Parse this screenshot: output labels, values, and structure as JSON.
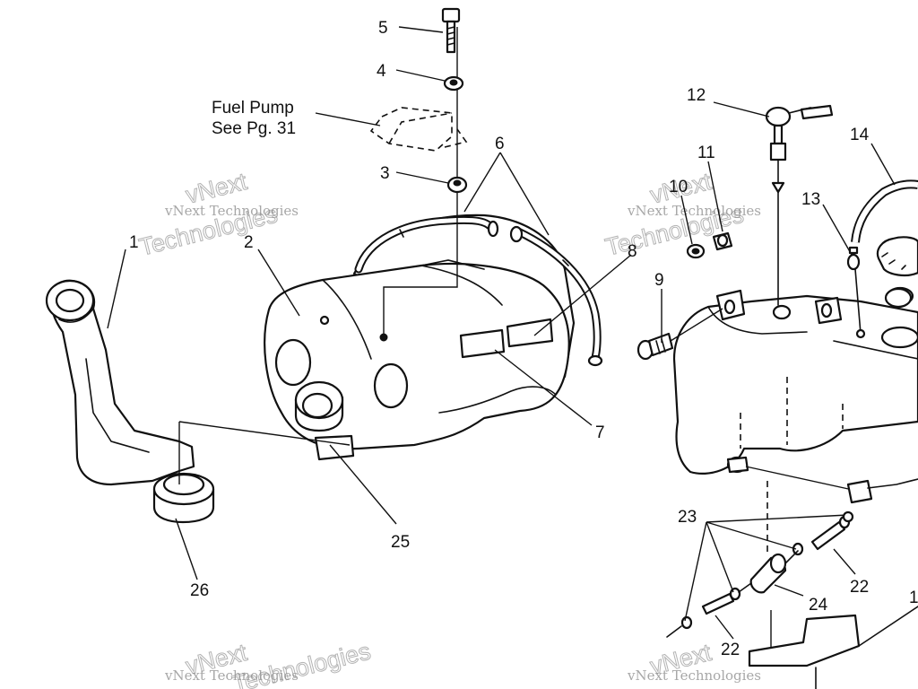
{
  "callouts": {
    "c1": "1",
    "c2": "2",
    "c3": "3",
    "c4": "4",
    "c5": "5",
    "c6": "6",
    "c7": "7",
    "c8": "8",
    "c9": "9",
    "c10": "10",
    "c11": "11",
    "c12": "12",
    "c13": "13",
    "c14": "14",
    "c22a": "22",
    "c22b": "22",
    "c23": "23",
    "c24": "24",
    "c25": "25",
    "c26": "26",
    "c1_right": "1"
  },
  "notes": {
    "fuel_pump_line1": "Fuel Pump",
    "fuel_pump_line2": "See Pg. 31"
  },
  "watermark": {
    "brand_short": "vNext",
    "brand_word": "Technologies",
    "brand_full": "vNext Technologies"
  }
}
